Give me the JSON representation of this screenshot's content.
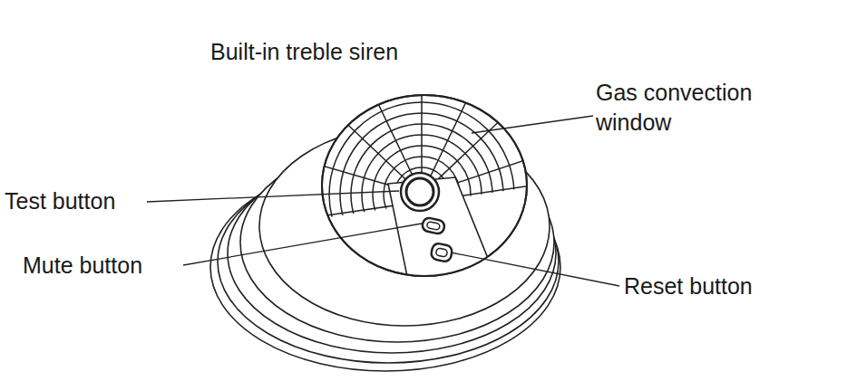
{
  "diagram": {
    "labels": [
      "Built-in treble siren",
      "Gas convection window",
      "Test button",
      "Mute button",
      "Reset button"
    ]
  }
}
